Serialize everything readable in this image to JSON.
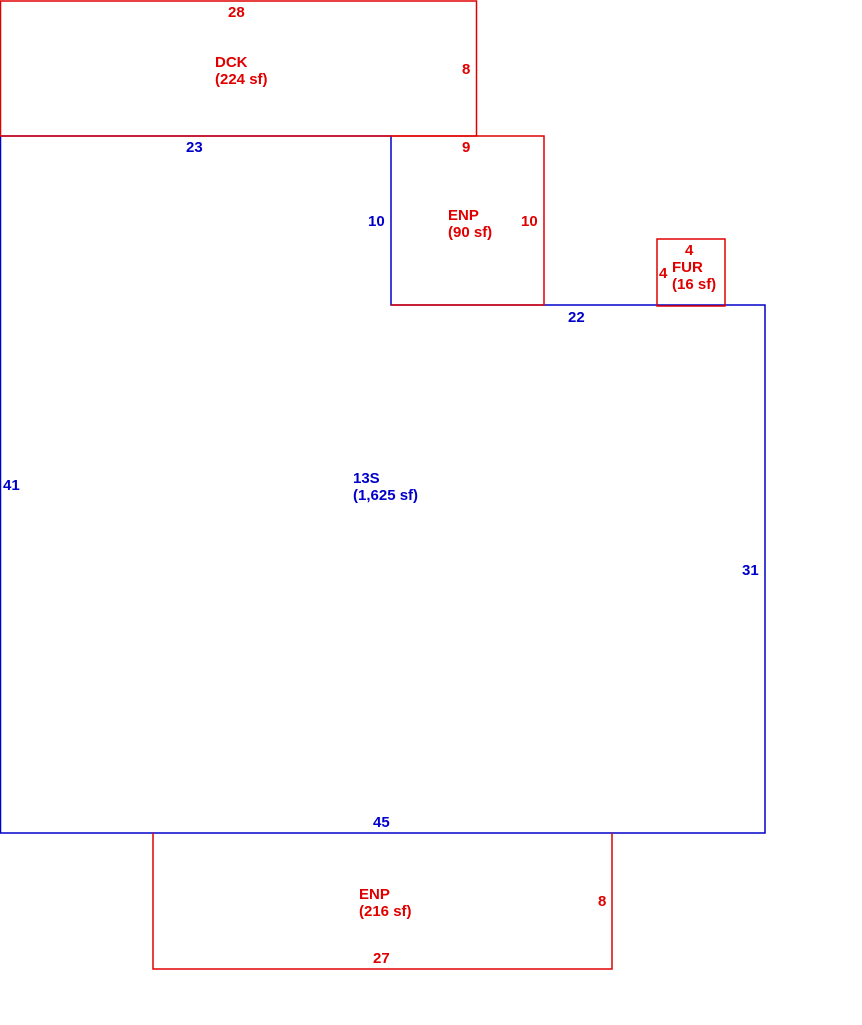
{
  "colors": {
    "main": "#0000cc",
    "addition": "#e00000"
  },
  "main_area": {
    "code": "13S",
    "area": "(1,625 sf)",
    "dims": {
      "left": "41",
      "top_left": "23",
      "notch": "10",
      "step": "22",
      "right": "31",
      "bottom": "45"
    }
  },
  "deck": {
    "code": "DCK",
    "area": "(224 sf)",
    "dims": {
      "top": "28",
      "right": "8"
    }
  },
  "porch_top": {
    "code": "ENP",
    "area": "(90 sf)",
    "dims": {
      "top": "9",
      "right": "10"
    }
  },
  "fur": {
    "code": "FUR",
    "area": "(16 sf)",
    "dims": {
      "top": "4",
      "left": "4"
    }
  },
  "porch_bottom": {
    "code": "ENP",
    "area": "(216 sf)",
    "dims": {
      "right": "8",
      "bottom": "27"
    }
  }
}
